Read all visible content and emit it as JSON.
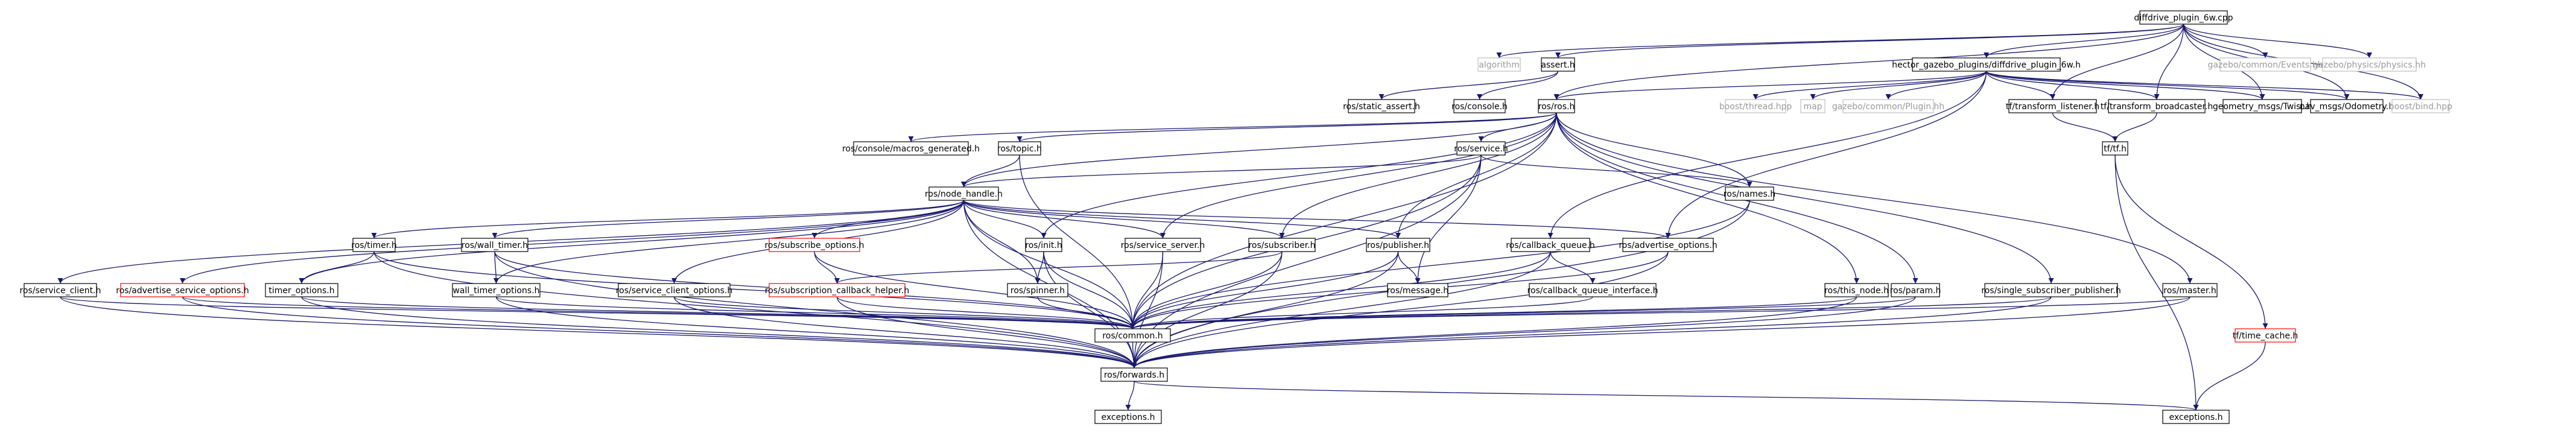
{
  "colors": {
    "edge": "#191970",
    "edge_dark": "#0e0e5e",
    "node_border": "#000000",
    "node_missing_border": "#bfbfbf",
    "node_broken_border": "#ff0000",
    "root_fill": "#bfbfbf"
  },
  "nodes": [
    {
      "id": "root",
      "label": "diffdrive_plugin_6w.cpp",
      "status": "root"
    },
    {
      "id": "algorithm",
      "label": "algorithm",
      "status": "missing"
    },
    {
      "id": "assert",
      "label": "assert.h",
      "status": "normal"
    },
    {
      "id": "hector",
      "label": "hector_gazebo_plugins/diffdrive_plugin_6w.h",
      "status": "normal"
    },
    {
      "id": "gzevents",
      "label": "gazebo/common/Events.hh",
      "status": "missing"
    },
    {
      "id": "gzphysics",
      "label": "gazebo/physics/physics.hh",
      "status": "missing"
    },
    {
      "id": "static_assert",
      "label": "ros/static_assert.h",
      "status": "normal"
    },
    {
      "id": "console",
      "label": "ros/console.h",
      "status": "normal"
    },
    {
      "id": "ros",
      "label": "ros/ros.h",
      "status": "normal"
    },
    {
      "id": "thread",
      "label": "boost/thread.hpp",
      "status": "missing"
    },
    {
      "id": "map",
      "label": "map",
      "status": "missing"
    },
    {
      "id": "gzplugin",
      "label": "gazebo/common/Plugin.hh",
      "status": "missing"
    },
    {
      "id": "tflistener",
      "label": "tf/transform_listener.h",
      "status": "normal"
    },
    {
      "id": "tfbroadcaster",
      "label": "tf/transform_broadcaster.h",
      "status": "normal"
    },
    {
      "id": "twist",
      "label": "geometry_msgs/Twist.h",
      "status": "normal"
    },
    {
      "id": "odometry",
      "label": "nav_msgs/Odometry.h",
      "status": "normal"
    },
    {
      "id": "bind",
      "label": "boost/bind.hpp",
      "status": "missing"
    },
    {
      "id": "macros",
      "label": "ros/console/macros_generated.h",
      "status": "normal"
    },
    {
      "id": "topic",
      "label": "ros/topic.h",
      "status": "normal"
    },
    {
      "id": "service",
      "label": "ros/service.h",
      "status": "normal"
    },
    {
      "id": "tftf",
      "label": "tf/tf.h",
      "status": "normal"
    },
    {
      "id": "nodehandle",
      "label": "ros/node_handle.h",
      "status": "normal"
    },
    {
      "id": "names",
      "label": "ros/names.h",
      "status": "normal"
    },
    {
      "id": "timer",
      "label": "ros/timer.h",
      "status": "normal"
    },
    {
      "id": "walltimer",
      "label": "ros/wall_timer.h",
      "status": "normal"
    },
    {
      "id": "subopts",
      "label": "ros/subscribe_options.h",
      "status": "broken"
    },
    {
      "id": "init",
      "label": "ros/init.h",
      "status": "normal"
    },
    {
      "id": "srvserver",
      "label": "ros/service_server.h",
      "status": "normal"
    },
    {
      "id": "subscriber",
      "label": "ros/subscriber.h",
      "status": "normal"
    },
    {
      "id": "publisher",
      "label": "ros/publisher.h",
      "status": "normal"
    },
    {
      "id": "cbqueue",
      "label": "ros/callback_queue.h",
      "status": "normal"
    },
    {
      "id": "advopts",
      "label": "ros/advertise_options.h",
      "status": "normal"
    },
    {
      "id": "srvclient",
      "label": "ros/service_client.h",
      "status": "normal"
    },
    {
      "id": "advsrvopts",
      "label": "ros/advertise_service_options.h",
      "status": "broken"
    },
    {
      "id": "timeropts",
      "label": "timer_options.h",
      "status": "normal"
    },
    {
      "id": "walltimeropts",
      "label": "wall_timer_options.h",
      "status": "normal"
    },
    {
      "id": "srvclientopts",
      "label": "ros/service_client_options.h",
      "status": "normal"
    },
    {
      "id": "subcbhelper",
      "label": "ros/subscription_callback_helper.h",
      "status": "broken"
    },
    {
      "id": "spinner",
      "label": "ros/spinner.h",
      "status": "normal"
    },
    {
      "id": "message",
      "label": "ros/message.h",
      "status": "normal"
    },
    {
      "id": "cbqi",
      "label": "ros/callback_queue_interface.h",
      "status": "normal"
    },
    {
      "id": "thisnode",
      "label": "ros/this_node.h",
      "status": "normal"
    },
    {
      "id": "param",
      "label": "ros/param.h",
      "status": "normal"
    },
    {
      "id": "singlesub",
      "label": "ros/single_subscriber_publisher.h",
      "status": "normal"
    },
    {
      "id": "master",
      "label": "ros/master.h",
      "status": "normal"
    },
    {
      "id": "timecache",
      "label": "tf/time_cache.h",
      "status": "broken"
    },
    {
      "id": "common",
      "label": "ros/common.h",
      "status": "normal"
    },
    {
      "id": "forwards",
      "label": "ros/forwards.h",
      "status": "normal"
    },
    {
      "id": "exceptions",
      "label": "exceptions.h",
      "status": "normal"
    },
    {
      "id": "rosexceptions",
      "label": "exceptions.h",
      "status": "normal"
    }
  ],
  "edges": [
    [
      "root",
      "algorithm"
    ],
    [
      "root",
      "assert"
    ],
    [
      "root",
      "hector"
    ],
    [
      "root",
      "ros"
    ],
    [
      "root",
      "tflistener"
    ],
    [
      "root",
      "tfbroadcaster"
    ],
    [
      "root",
      "twist"
    ],
    [
      "root",
      "odometry"
    ],
    [
      "root",
      "bind"
    ],
    [
      "root",
      "gzevents"
    ],
    [
      "root",
      "gzphysics"
    ],
    [
      "assert",
      "static_assert"
    ],
    [
      "assert",
      "console"
    ],
    [
      "hector",
      "ros"
    ],
    [
      "hector",
      "thread"
    ],
    [
      "hector",
      "map"
    ],
    [
      "hector",
      "gzplugin"
    ],
    [
      "hector",
      "tflistener"
    ],
    [
      "hector",
      "tfbroadcaster"
    ],
    [
      "hector",
      "twist"
    ],
    [
      "hector",
      "odometry"
    ],
    [
      "hector",
      "bind"
    ],
    [
      "hector",
      "advopts"
    ],
    [
      "hector",
      "cbqueue"
    ],
    [
      "tflistener",
      "tftf"
    ],
    [
      "tfbroadcaster",
      "tftf"
    ],
    [
      "tftf",
      "timecache"
    ],
    [
      "tftf",
      "rosexceptions"
    ],
    [
      "timecache",
      "rosexceptions"
    ],
    [
      "ros",
      "macros"
    ],
    [
      "ros",
      "topic"
    ],
    [
      "ros",
      "service"
    ],
    [
      "ros",
      "nodehandle"
    ],
    [
      "ros",
      "names"
    ],
    [
      "ros",
      "init"
    ],
    [
      "ros",
      "srvserver"
    ],
    [
      "ros",
      "subscriber"
    ],
    [
      "ros",
      "publisher"
    ],
    [
      "ros",
      "thisnode"
    ],
    [
      "ros",
      "param"
    ],
    [
      "ros",
      "singlesub"
    ],
    [
      "ros",
      "master"
    ],
    [
      "ros",
      "common"
    ],
    [
      "topic",
      "nodehandle"
    ],
    [
      "topic",
      "common"
    ],
    [
      "service",
      "nodehandle"
    ],
    [
      "service",
      "names"
    ],
    [
      "service",
      "common"
    ],
    [
      "service",
      "forwards"
    ],
    [
      "service",
      "message"
    ],
    [
      "nodehandle",
      "forwards"
    ],
    [
      "nodehandle",
      "srvclient"
    ],
    [
      "nodehandle",
      "advsrvopts"
    ],
    [
      "nodehandle",
      "timer"
    ],
    [
      "nodehandle",
      "walltimer"
    ],
    [
      "nodehandle",
      "timeropts"
    ],
    [
      "nodehandle",
      "walltimeropts"
    ],
    [
      "nodehandle",
      "srvclientopts"
    ],
    [
      "nodehandle",
      "subopts"
    ],
    [
      "nodehandle",
      "init"
    ],
    [
      "nodehandle",
      "srvserver"
    ],
    [
      "nodehandle",
      "subscriber"
    ],
    [
      "nodehandle",
      "publisher"
    ],
    [
      "nodehandle",
      "advopts"
    ],
    [
      "nodehandle",
      "spinner"
    ],
    [
      "nodehandle",
      "common"
    ],
    [
      "names",
      "common"
    ],
    [
      "names",
      "forwards"
    ],
    [
      "timer",
      "timeropts"
    ],
    [
      "timer",
      "common"
    ],
    [
      "timer",
      "forwards"
    ],
    [
      "walltimer",
      "walltimeropts"
    ],
    [
      "walltimer",
      "common"
    ],
    [
      "walltimer",
      "forwards"
    ],
    [
      "subopts",
      "subcbhelper"
    ],
    [
      "subopts",
      "common"
    ],
    [
      "init",
      "spinner"
    ],
    [
      "init",
      "common"
    ],
    [
      "init",
      "forwards"
    ],
    [
      "srvserver",
      "common"
    ],
    [
      "srvserver",
      "forwards"
    ],
    [
      "subscriber",
      "subcbhelper"
    ],
    [
      "subscriber",
      "common"
    ],
    [
      "subscriber",
      "forwards"
    ],
    [
      "publisher",
      "message"
    ],
    [
      "publisher",
      "common"
    ],
    [
      "publisher",
      "forwards"
    ],
    [
      "cbqueue",
      "cbqi"
    ],
    [
      "cbqueue",
      "common"
    ],
    [
      "cbqueue",
      "forwards"
    ],
    [
      "advopts",
      "common"
    ],
    [
      "advopts",
      "forwards"
    ],
    [
      "srvclient",
      "common"
    ],
    [
      "srvclient",
      "forwards"
    ],
    [
      "advsrvopts",
      "common"
    ],
    [
      "advsrvopts",
      "forwards"
    ],
    [
      "timeropts",
      "common"
    ],
    [
      "timeropts",
      "forwards"
    ],
    [
      "walltimeropts",
      "common"
    ],
    [
      "walltimeropts",
      "forwards"
    ],
    [
      "srvclientopts",
      "common"
    ],
    [
      "srvclientopts",
      "forwards"
    ],
    [
      "subcbhelper",
      "common"
    ],
    [
      "subcbhelper",
      "forwards"
    ],
    [
      "spinner",
      "common"
    ],
    [
      "cbqi",
      "common"
    ],
    [
      "thisnode",
      "common"
    ],
    [
      "thisnode",
      "forwards"
    ],
    [
      "param",
      "common"
    ],
    [
      "param",
      "forwards"
    ],
    [
      "singlesub",
      "common"
    ],
    [
      "singlesub",
      "forwards"
    ],
    [
      "master",
      "common"
    ],
    [
      "master",
      "forwards"
    ],
    [
      "common",
      "forwards"
    ],
    [
      "forwards",
      "exceptions"
    ],
    [
      "forwards",
      "rosexceptions"
    ]
  ]
}
